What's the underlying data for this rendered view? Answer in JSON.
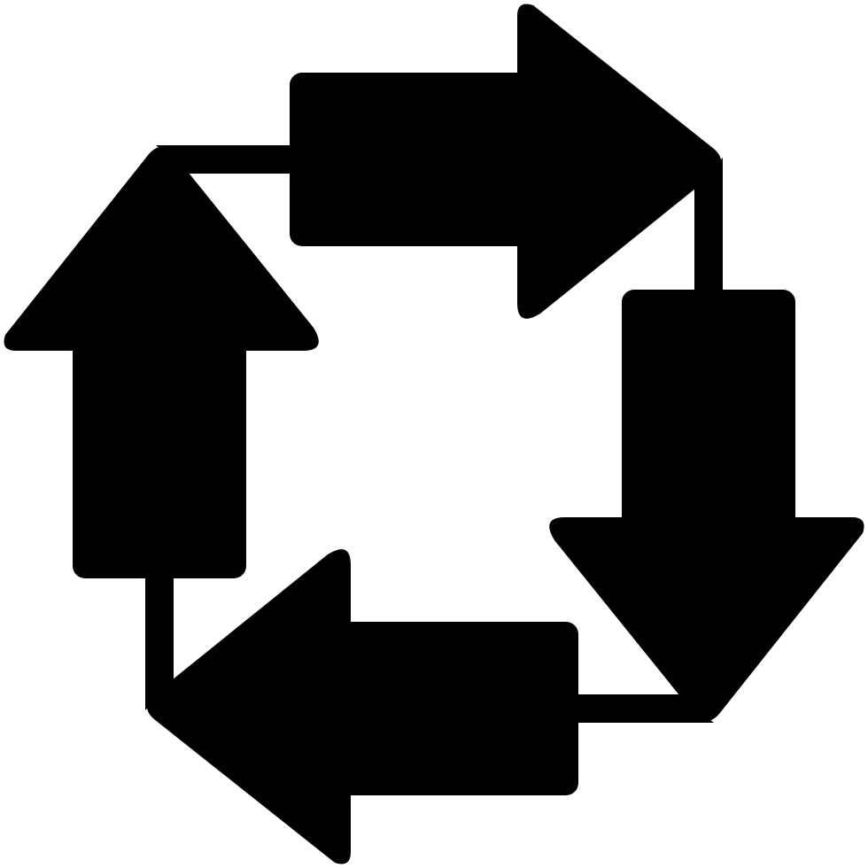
{
  "icon": {
    "name": "cycle-arrows-icon",
    "fill_color": "#000000",
    "background_color": "#ffffff"
  },
  "arrows": [
    {
      "name": "right-arrow-icon",
      "direction": "right"
    },
    {
      "name": "down-arrow-icon",
      "direction": "down"
    },
    {
      "name": "left-arrow-icon",
      "direction": "left"
    },
    {
      "name": "up-arrow-icon",
      "direction": "up"
    }
  ]
}
